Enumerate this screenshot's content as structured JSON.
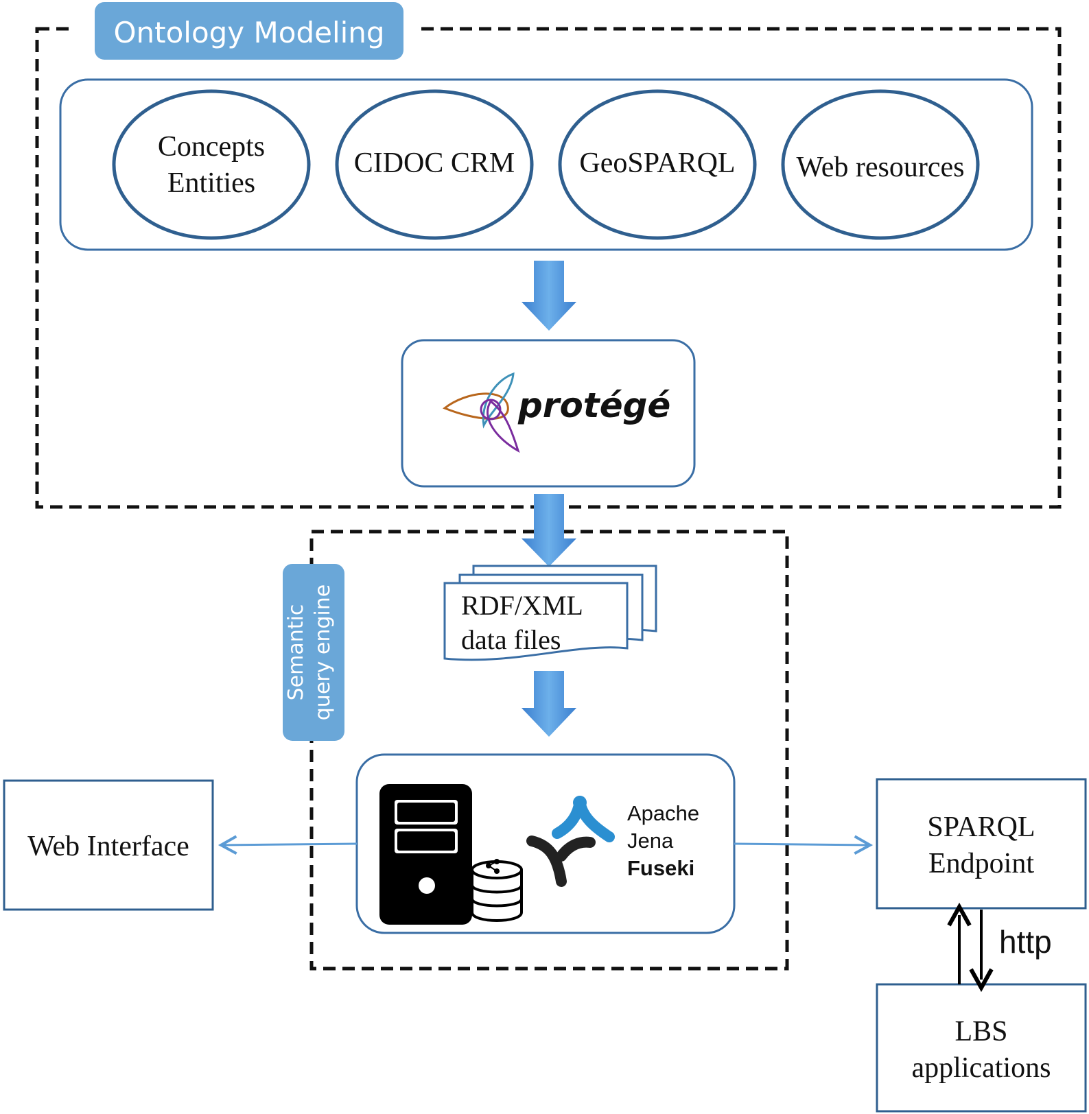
{
  "ontology_modeling": {
    "title": "Ontology Modeling",
    "sources": [
      {
        "line1": "Concepts",
        "line2": "Entities"
      },
      {
        "line1": "CIDOC CRM"
      },
      {
        "line1": "GeoSPARQL"
      },
      {
        "line1": "Web resources"
      }
    ],
    "tool": "protégé"
  },
  "semantic_query_engine": {
    "title_line1": "Semantic",
    "title_line2": "query engine",
    "data_files": {
      "line1": "RDF/XML",
      "line2": "data files"
    },
    "server": {
      "line1": "Apache",
      "line2": "Jena",
      "line3": "Fuseki"
    }
  },
  "web_interface": "Web Interface",
  "sparql_endpoint": {
    "line1": "SPARQL",
    "line2": "Endpoint"
  },
  "lbs_applications": {
    "line1": "LBS",
    "line2": "applications"
  },
  "protocol": "http",
  "colors": {
    "border_blue": "#3a6ea5",
    "arrow_blue": "#4a8fd6",
    "tag_blue": "#6aa7d8",
    "dash": "#111111"
  }
}
